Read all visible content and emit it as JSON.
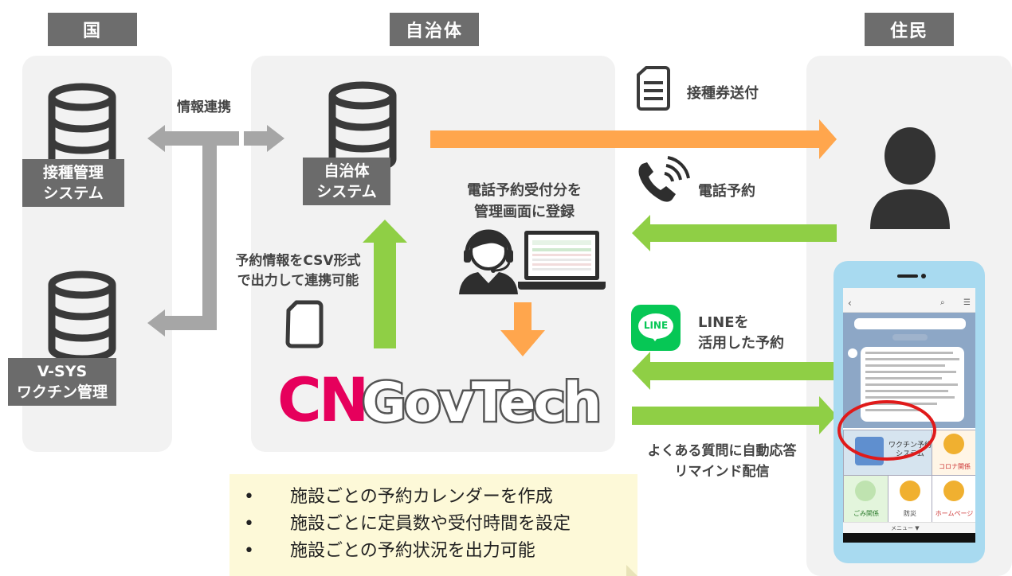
{
  "headers": {
    "country": "国",
    "municipality": "自治体",
    "resident": "住民"
  },
  "country": {
    "db1_label": [
      "接種管理",
      "システム"
    ],
    "db2_label": [
      "V-SYS",
      "ワクチン管理"
    ],
    "link_label": "情報連携"
  },
  "municipality": {
    "db_label": [
      "自治体",
      "システム"
    ],
    "csv_label": [
      "予約情報をCSV形式",
      "で出力して連携可能"
    ],
    "phone_reg_label": [
      "電話予約受付分を",
      "管理画面に登録"
    ],
    "logo": {
      "cn": "CN",
      "govtech": "GovTech"
    }
  },
  "resident_flows": {
    "ticket": "接種券送付",
    "phone": "電話予約",
    "line": [
      "LINEを",
      "活用した予約"
    ],
    "auto": [
      "よくある質問に自動応答",
      "リマインド配信"
    ],
    "line_badge": "LINE"
  },
  "phone_screen": {
    "tile_vaccine": [
      "ワクチン予約",
      "システム"
    ],
    "tile_corona": "コロナ関係",
    "tile_gomi": "ごみ関係",
    "tile_bousai": "防災",
    "tile_home": "ホームページ",
    "menu": "メニュー ▼"
  },
  "features": [
    "施設ごとの予約カレンダーを作成",
    "施設ごとに定員数や受付時間を設定",
    "施設ごとの予約状況を出力可能"
  ],
  "colors": {
    "orange": "#ffa64d",
    "green": "#8fcf45",
    "gray": "#a6a6a6",
    "header": "#6d6d6d",
    "line": "#06c755"
  }
}
